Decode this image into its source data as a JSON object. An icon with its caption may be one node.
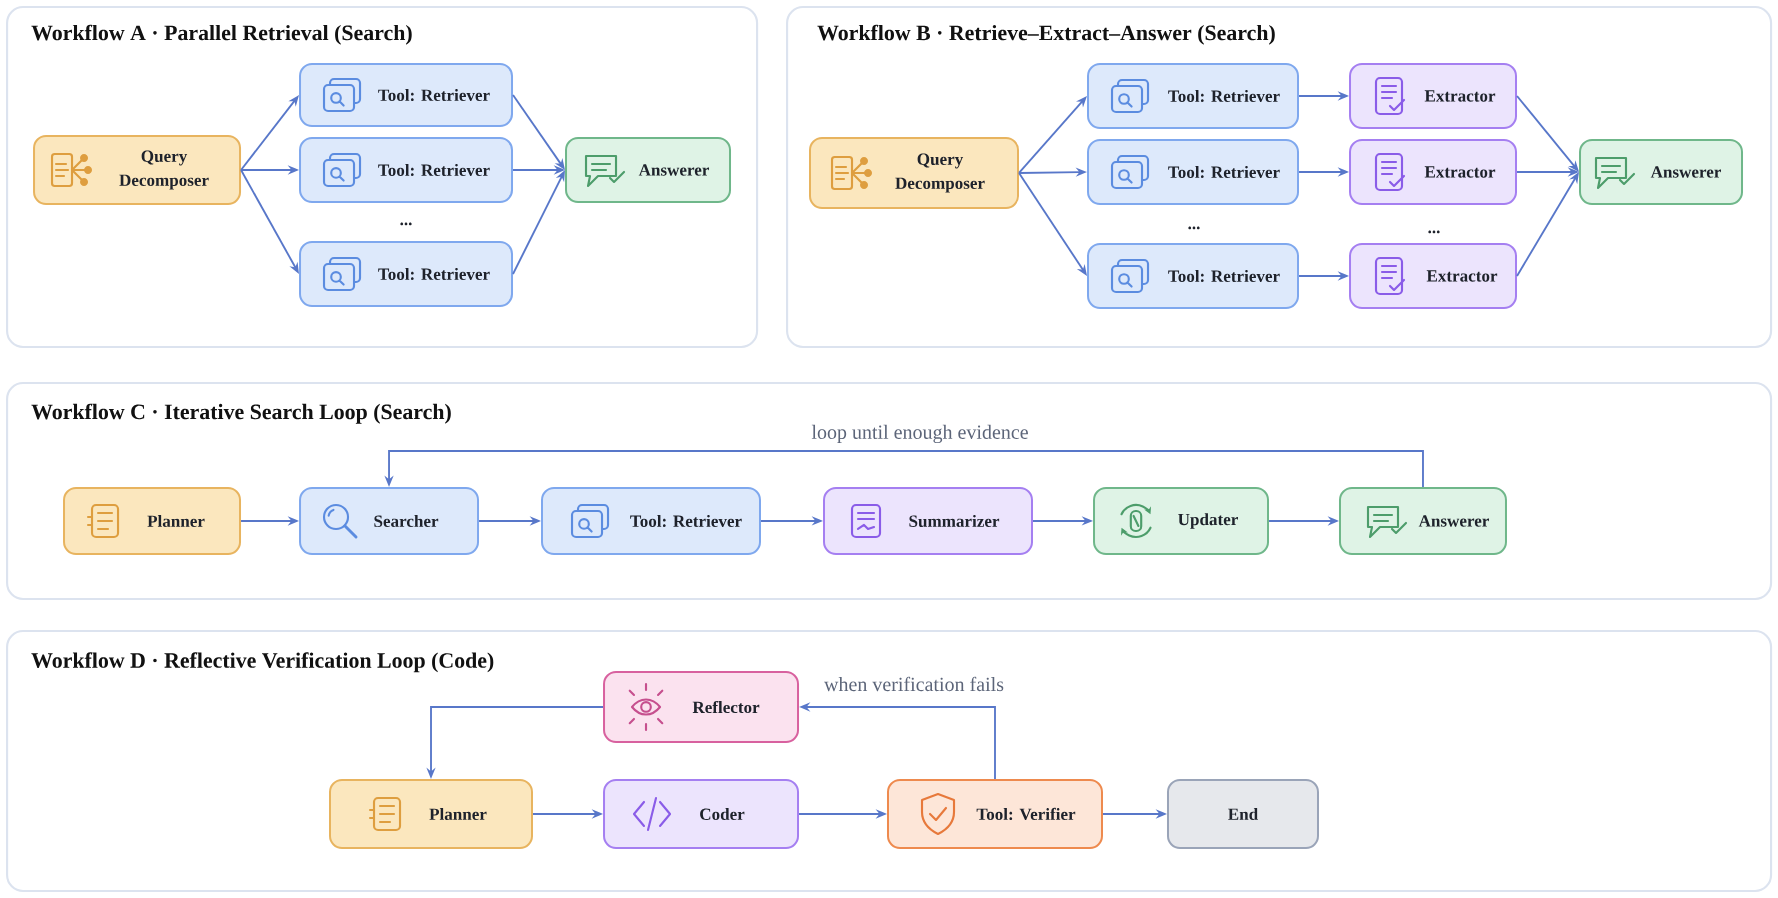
{
  "diagram": {
    "nodes": [
      {
        "text": [
          "Workflow A · Parallel Retrieval (Search)"
        ]
      },
      {
        "text": [
          "Query Decomposer"
        ],
        "in": 0
      },
      {
        "text": [
          "Tool: Retriever"
        ],
        "in": 0
      },
      {
        "text": [
          "Tool: Retriever"
        ],
        "in": 0
      },
      {
        "text": [
          "Tool: Retriever"
        ],
        "in": 0
      },
      {
        "text": [
          "Answerer"
        ],
        "in": 0
      },
      {
        "text": [
          "Workflow B · Retrieve–Extract–Answer (Search)"
        ]
      },
      {
        "text": [
          "Query Decomposer"
        ],
        "in": 6
      },
      {
        "text": [
          "Tool: Retriever"
        ],
        "in": 6
      },
      {
        "text": [
          "Tool: Retriever"
        ],
        "in": 6
      },
      {
        "text": [
          "Tool: Retriever"
        ],
        "in": 6
      },
      {
        "text": [
          "Extractor"
        ],
        "in": 6
      },
      {
        "text": [
          "Extractor"
        ],
        "in": 6
      },
      {
        "text": [
          "Extractor"
        ],
        "in": 6
      },
      {
        "text": [
          "Answerer"
        ],
        "in": 6
      },
      {
        "text": [
          "Workflow C · Iterative Search Loop (Search)"
        ]
      },
      {
        "text": [
          "Planner"
        ],
        "in": 15
      },
      {
        "text": [
          "Searcher"
        ],
        "in": 15
      },
      {
        "text": [
          "Tool: Retriever"
        ],
        "in": 15
      },
      {
        "text": [
          "Summarizer"
        ],
        "in": 15
      },
      {
        "text": [
          "Updater"
        ],
        "in": 15
      },
      {
        "text": [
          "Answerer"
        ],
        "in": 15
      },
      {
        "text": [
          "Workflow D · Reflective Verification Loop (Code)"
        ]
      },
      {
        "text": [
          "Reflector"
        ],
        "in": 22
      },
      {
        "text": [
          "Planner"
        ],
        "in": 22
      },
      {
        "text": [
          "Coder"
        ],
        "in": 22
      },
      {
        "text": [
          "Tool: Verifier"
        ],
        "in": 22
      },
      {
        "text": [
          "End"
        ],
        "in": 22
      }
    ],
    "edges": [
      {
        "from": 1,
        "to": 2,
        "arrow": "to"
      },
      {
        "from": 1,
        "to": 3,
        "arrow": "to"
      },
      {
        "from": 1,
        "to": 4,
        "arrow": "to"
      },
      {
        "from": 2,
        "to": 5,
        "arrow": "to"
      },
      {
        "from": 3,
        "to": 5,
        "arrow": "to"
      },
      {
        "from": 4,
        "to": 5,
        "arrow": "to"
      },
      {
        "from": 7,
        "to": 8,
        "arrow": "to"
      },
      {
        "from": 7,
        "to": 9,
        "arrow": "to"
      },
      {
        "from": 7,
        "to": 10,
        "arrow": "to"
      },
      {
        "from": 8,
        "to": 11,
        "arrow": "to"
      },
      {
        "from": 9,
        "to": 12,
        "arrow": "to"
      },
      {
        "from": 10,
        "to": 13,
        "arrow": "to"
      },
      {
        "from": 11,
        "to": 14,
        "arrow": "to"
      },
      {
        "from": 12,
        "to": 14,
        "arrow": "to"
      },
      {
        "from": 13,
        "to": 14,
        "arrow": "to"
      },
      {
        "from": 16,
        "to": 17,
        "arrow": "to"
      },
      {
        "from": 17,
        "to": 18,
        "arrow": "to"
      },
      {
        "from": 18,
        "to": 19,
        "arrow": "to"
      },
      {
        "from": 19,
        "to": 20,
        "arrow": "to"
      },
      {
        "from": 20,
        "to": 21,
        "arrow": "to"
      },
      {
        "from": 21,
        "to": 17,
        "arrow": "to",
        "label": "loop until enough evidence"
      },
      {
        "from": 23,
        "to": 24,
        "arrow": "to"
      },
      {
        "from": 24,
        "to": 25,
        "arrow": "to"
      },
      {
        "from": 25,
        "to": 26,
        "arrow": "to"
      },
      {
        "from": 26,
        "to": 27,
        "arrow": "to"
      },
      {
        "from": 26,
        "to": 23,
        "arrow": "to",
        "label": "when verification fails"
      }
    ],
    "labels": [
      "...",
      "...",
      "..."
    ]
  }
}
